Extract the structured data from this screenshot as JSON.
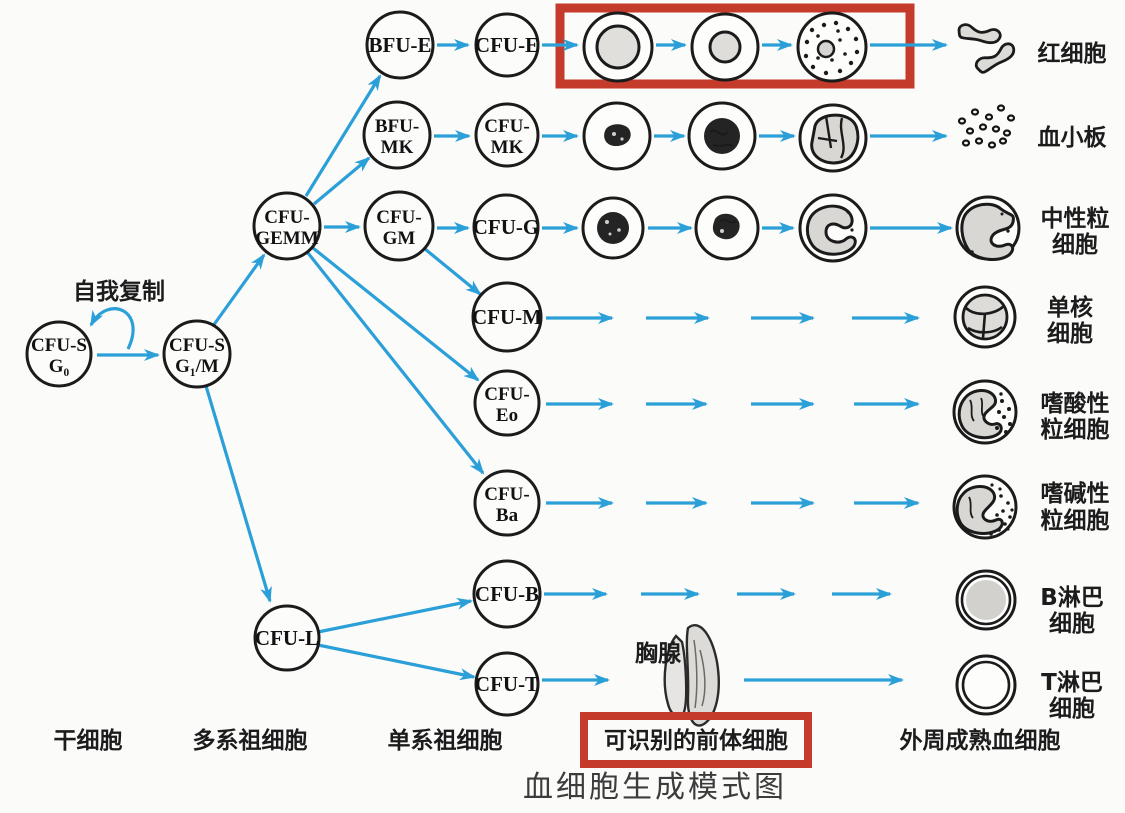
{
  "title": "血细胞生成模式图",
  "colors": {
    "arrow": "#2b9fd8",
    "highlight_box": "#c43a2b",
    "ink": "#1b1b1b",
    "background": "#fbfbfa"
  },
  "nodes": {
    "cfu_s_g0": [
      "CFU-S",
      "G₀"
    ],
    "cfu_s_g1m": [
      "CFU-S",
      "G₁/M"
    ],
    "cfu_gemm": [
      "CFU-",
      "GEMM"
    ],
    "cfu_l": "CFU-L",
    "bfu_e": "BFU-E",
    "cfu_e": "CFU-E",
    "bfu_mk": [
      "BFU-",
      "MK"
    ],
    "cfu_mk": [
      "CFU-",
      "MK"
    ],
    "cfu_gm": [
      "CFU-",
      "GM"
    ],
    "cfu_g": "CFU-G",
    "cfu_m": "CFU-M",
    "cfu_eo": [
      "CFU-",
      "Eo"
    ],
    "cfu_ba": [
      "CFU-",
      "Ba"
    ],
    "cfu_b": "CFU-B",
    "cfu_t": "CFU-T"
  },
  "labels": {
    "self_renewal": "自我复制",
    "thymus": "胸腺",
    "rbc": "红细胞",
    "platelet": "血小板",
    "neutrophil": [
      "中性粒",
      "细胞"
    ],
    "monocyte": [
      "单核",
      "细胞"
    ],
    "eosinophil": [
      "嗜酸性",
      "粒细胞"
    ],
    "basophil": [
      "嗜碱性",
      "粒细胞"
    ],
    "b_lymphocyte": [
      "B淋巴",
      "细胞"
    ],
    "t_lymphocyte": [
      "T淋巴",
      "细胞"
    ]
  },
  "stages": [
    "干细胞",
    "多系祖细胞",
    "单系祖细胞",
    "可识别的前体细胞",
    "外周成熟血细胞"
  ]
}
